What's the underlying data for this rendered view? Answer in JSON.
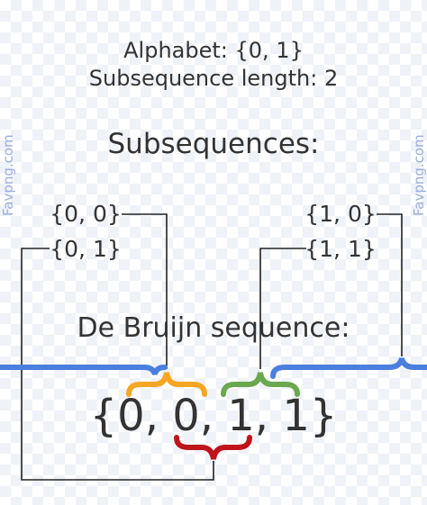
{
  "header": {
    "alphabet_line": "Alphabet: {0, 1}",
    "length_line": "Subsequence length: 2"
  },
  "subsequences": {
    "heading": "Subsequences:",
    "items": [
      "{0, 0}",
      "{0, 1}",
      "{1, 0}",
      "{1, 1}"
    ]
  },
  "de_bruijn": {
    "heading": "De Bruijn sequence:",
    "sequence": "{0, 0, 1, 1}"
  },
  "colors": {
    "blue_brace": "#4a7fe0",
    "yellow_brace": "#f5a623",
    "green_brace": "#6aa84f",
    "red_brace": "#c0141c",
    "connector": "#222222"
  },
  "watermarks": [
    "Favpng.com",
    "Favpng.com"
  ]
}
